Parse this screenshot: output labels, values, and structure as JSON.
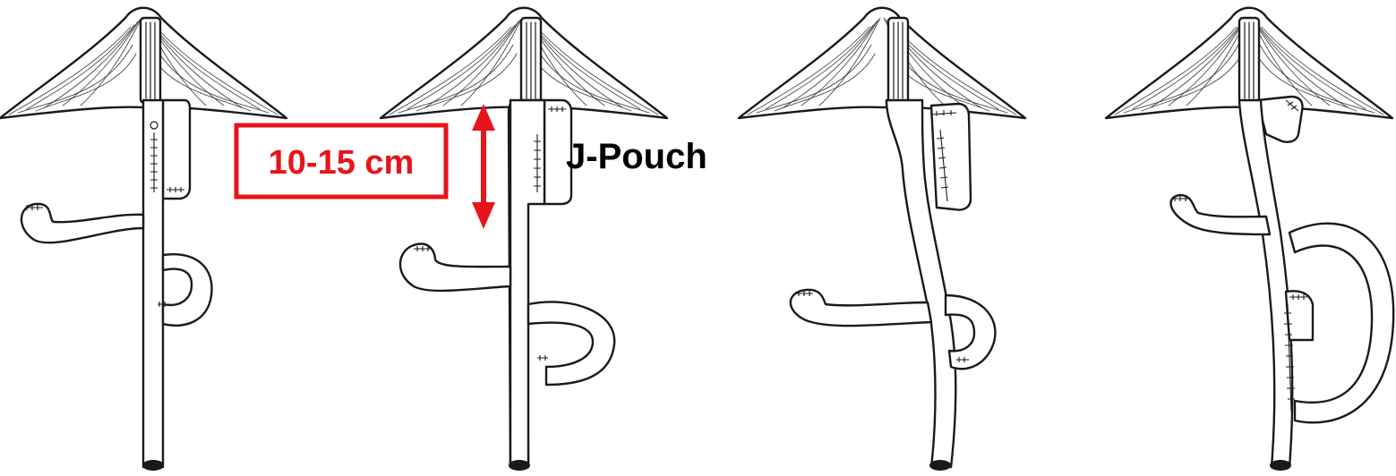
{
  "annotations": {
    "measurement_label": "10-15 cm",
    "pouch_label": "J-Pouch"
  },
  "colors": {
    "annotation": "#e8141b",
    "line": "#1a1a1a",
    "background": "#ffffff"
  },
  "panels": [
    {
      "name": "panel-1"
    },
    {
      "name": "panel-2"
    },
    {
      "name": "panel-3"
    },
    {
      "name": "panel-4"
    }
  ]
}
